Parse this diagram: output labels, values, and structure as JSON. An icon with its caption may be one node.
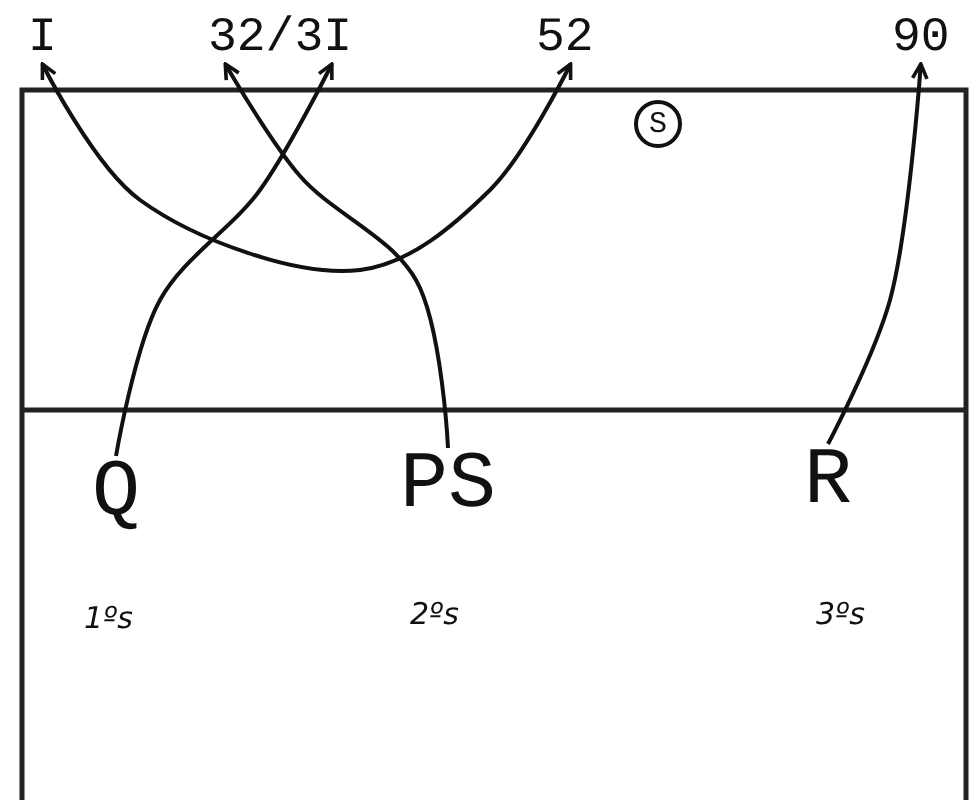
{
  "diagram": {
    "nodes": [
      {
        "text": [
          "I"
        ]
      },
      {
        "text": [
          "32/3I"
        ]
      },
      {
        "text": [
          "52"
        ]
      },
      {
        "text": [
          "90"
        ]
      },
      {
        "text": [
          "S"
        ]
      },
      {
        "text": [
          "Q"
        ],
        "beside": [
          "1ºs"
        ]
      },
      {
        "text": [
          "PS"
        ],
        "beside": [
          "2ºs"
        ]
      },
      {
        "text": [
          "R"
        ],
        "beside": [
          "3ºs"
        ]
      }
    ],
    "edges": [
      {
        "from": 5,
        "to": 1,
        "arrow": "to"
      },
      {
        "from": 6,
        "to": 1,
        "arrow": "to"
      },
      {
        "from": 0,
        "to": 2,
        "arrow": "both"
      },
      {
        "from": 7,
        "to": 3,
        "arrow": "to"
      }
    ]
  }
}
